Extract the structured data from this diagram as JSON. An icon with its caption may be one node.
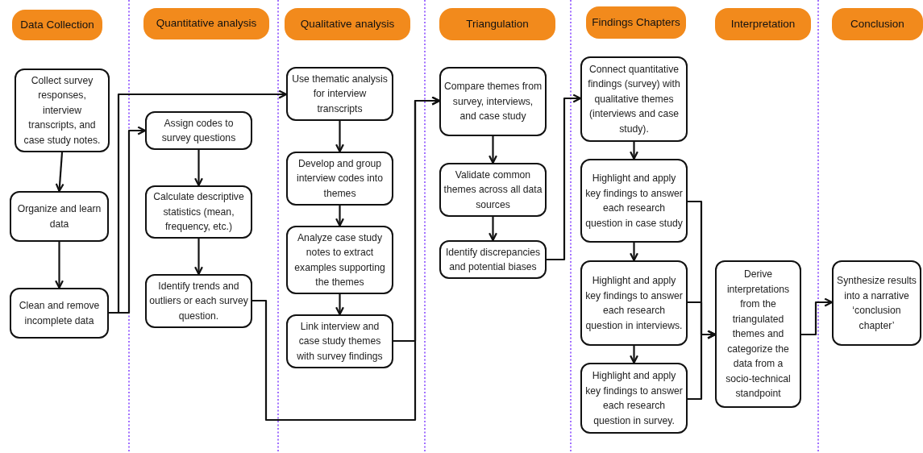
{
  "diagram": {
    "nodes": [
      {
        "text": [
          "Data Collection"
        ]
      },
      {
        "text": [
          "Quantitative analysis"
        ]
      },
      {
        "text": [
          "Qualitative analysis"
        ]
      },
      {
        "text": [
          "Triangulation"
        ]
      },
      {
        "text": [
          "Findings Chapters"
        ]
      },
      {
        "text": [
          "Interpretation"
        ]
      },
      {
        "text": [
          "Conclusion"
        ]
      },
      {
        "text": [
          "Collect survey responses, interview transcripts, and case study notes."
        ]
      },
      {
        "text": [
          "Organize and learn data"
        ]
      },
      {
        "text": [
          "Clean and remove incomplete data"
        ]
      },
      {
        "text": [
          "Assign codes to survey questions"
        ]
      },
      {
        "text": [
          "Calculate descriptive statistics (mean, frequency, etc.)"
        ]
      },
      {
        "text": [
          "Identify trends and outliers or each survey question."
        ]
      },
      {
        "text": [
          "Use thematic analysis for interview transcripts"
        ]
      },
      {
        "text": [
          "Develop and group interview codes into themes"
        ]
      },
      {
        "text": [
          "Analyze case study notes to extract examples supporting the themes"
        ]
      },
      {
        "text": [
          "Link interview and case study themes with survey findings"
        ]
      },
      {
        "text": [
          "Compare themes from survey, interviews, and case study"
        ]
      },
      {
        "text": [
          "Validate common themes across all data sources"
        ]
      },
      {
        "text": [
          "Identify discrepancies and potential biases"
        ]
      },
      {
        "text": [
          "Connect quantitative findings (survey) with qualitative themes (interviews and case study)."
        ]
      },
      {
        "text": [
          "Highlight and apply key findings to answer each research question in case study"
        ]
      },
      {
        "text": [
          "Highlight and apply key findings to answer each research question in interviews."
        ]
      },
      {
        "text": [
          "Highlight and apply key findings to answer each research question in survey."
        ]
      },
      {
        "text": [
          "Derive interpretations from the triangulated themes and categorize the data from a socio-technical standpoint"
        ]
      },
      {
        "text": [
          "Synthesize results into a narrative ‘conclusion chapter’"
        ]
      }
    ],
    "edges": [
      {
        "from": 7,
        "to": 8,
        "arrow": "to"
      },
      {
        "from": 8,
        "to": 9,
        "arrow": "to"
      },
      {
        "from": 9,
        "to": 13,
        "arrow": "to"
      },
      {
        "from": 9,
        "to": 10,
        "arrow": "to"
      },
      {
        "from": 10,
        "to": 11,
        "arrow": "to"
      },
      {
        "from": 11,
        "to": 12,
        "arrow": "to"
      },
      {
        "from": 12,
        "to": 17,
        "arrow": "to"
      },
      {
        "from": 13,
        "to": 14,
        "arrow": "to"
      },
      {
        "from": 14,
        "to": 15,
        "arrow": "to"
      },
      {
        "from": 15,
        "to": 16,
        "arrow": "to"
      },
      {
        "from": 16,
        "to": 17,
        "arrow": "to"
      },
      {
        "from": 17,
        "to": 18,
        "arrow": "to"
      },
      {
        "from": 18,
        "to": 19,
        "arrow": "to"
      },
      {
        "from": 19,
        "to": 20,
        "arrow": "to"
      },
      {
        "from": 20,
        "to": 21,
        "arrow": "to"
      },
      {
        "from": 21,
        "to": 22,
        "arrow": "to"
      },
      {
        "from": 22,
        "to": 23,
        "arrow": "to"
      },
      {
        "from": 21,
        "to": 24,
        "arrow": "to"
      },
      {
        "from": 22,
        "to": 24,
        "arrow": "to"
      },
      {
        "from": 23,
        "to": 24,
        "arrow": "to"
      },
      {
        "from": 24,
        "to": 25,
        "arrow": "to"
      }
    ]
  }
}
